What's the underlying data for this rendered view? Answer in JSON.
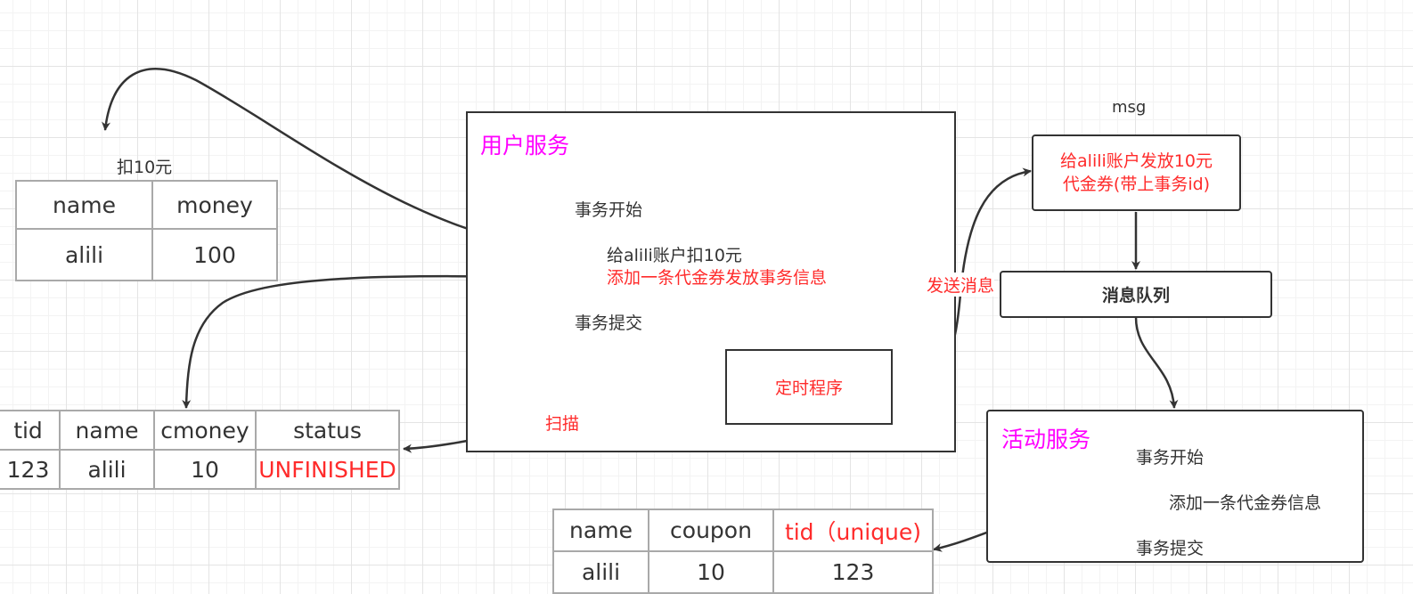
{
  "money_table": {
    "caption": "扣10元",
    "headers": [
      "name",
      "money"
    ],
    "rows": [
      [
        "alili",
        "100"
      ]
    ]
  },
  "user_service": {
    "title": "用户服务",
    "tx_begin": "事务开始",
    "deduct": "给alili账户扣10元",
    "add_tx_info": "添加一条代金券发放事务信息",
    "tx_commit": "事务提交",
    "timer": "定时程序"
  },
  "coupon_tx_table": {
    "headers": [
      "tid",
      "name",
      "cmoney",
      "status"
    ],
    "rows": [
      [
        "123",
        "alili",
        "10",
        "UNFINISHED"
      ]
    ]
  },
  "scan_label": "扫描",
  "send_label": "发送消息",
  "msg": {
    "caption": "msg",
    "line1": "给alili账户发放10元",
    "line2": "代金券(带上事务id)"
  },
  "queue": {
    "label": "消息队列"
  },
  "activity_service": {
    "title": "活动服务",
    "tx_begin": "事务开始",
    "add_coupon": "添加一条代金券信息",
    "tx_commit": "事务提交"
  },
  "coupon_table": {
    "headers": [
      "name",
      "coupon",
      "tid（unique)"
    ],
    "rows": [
      [
        "alili",
        "10",
        "123"
      ]
    ]
  },
  "colors": {
    "title_magenta": "#ff00ff",
    "emphasis_red": "#ff2b2b",
    "line": "#333333"
  }
}
